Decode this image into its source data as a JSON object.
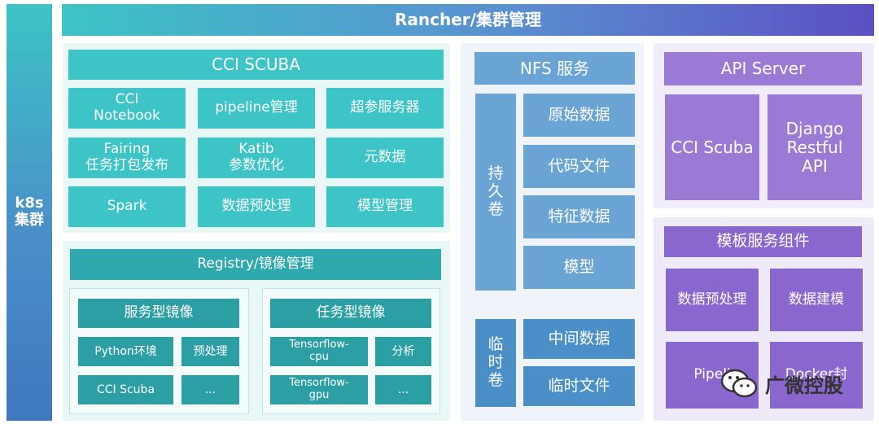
{
  "k8s_label": "k8s\n集群",
  "rancher": "Rancher/集群管理",
  "cci_scuba": {
    "title": "CCI SCUBA",
    "items": [
      "CCI\nNotebook",
      "pipeline管理",
      "超参服务器",
      "Fairing\n任务打包发布",
      "Katib\n参数优化",
      "元数据",
      "Spark",
      "数据预处理",
      "模型管理"
    ]
  },
  "registry": {
    "title": "Registry/镜像管理",
    "service_images": {
      "title": "服务型镜像",
      "items": [
        "Python环境",
        "预处理",
        "CCI Scuba",
        "..."
      ]
    },
    "task_images": {
      "title": "任务型镜像",
      "items": [
        "Tensorflow-\ncpu",
        "分析",
        "Tensorflow-\ngpu",
        "..."
      ]
    }
  },
  "nfs": {
    "title": "NFS 服务",
    "persistent_label": "持\n久\n卷",
    "persistent_items": [
      "原始数据",
      "代码文件",
      "特征数据",
      "模型"
    ],
    "temp_label": "临\n时\n卷",
    "temp_items": [
      "中间数据",
      "临时文件"
    ]
  },
  "api": {
    "title": "API Server",
    "items": [
      "CCI Scuba",
      "Django\nRestful\nAPI"
    ]
  },
  "template": {
    "title": "模板服务组件",
    "items": [
      "数据预处理",
      "数据建模",
      "Pipeli",
      "Docker封"
    ]
  },
  "watermark": {
    "text": "广微控股",
    "icon": "wechat-icon"
  },
  "colors": {
    "teal": "#3cc4c6",
    "blue": "#6aa4d4",
    "purple": "#9b7ad6",
    "k8s": "#4a8fc8"
  }
}
